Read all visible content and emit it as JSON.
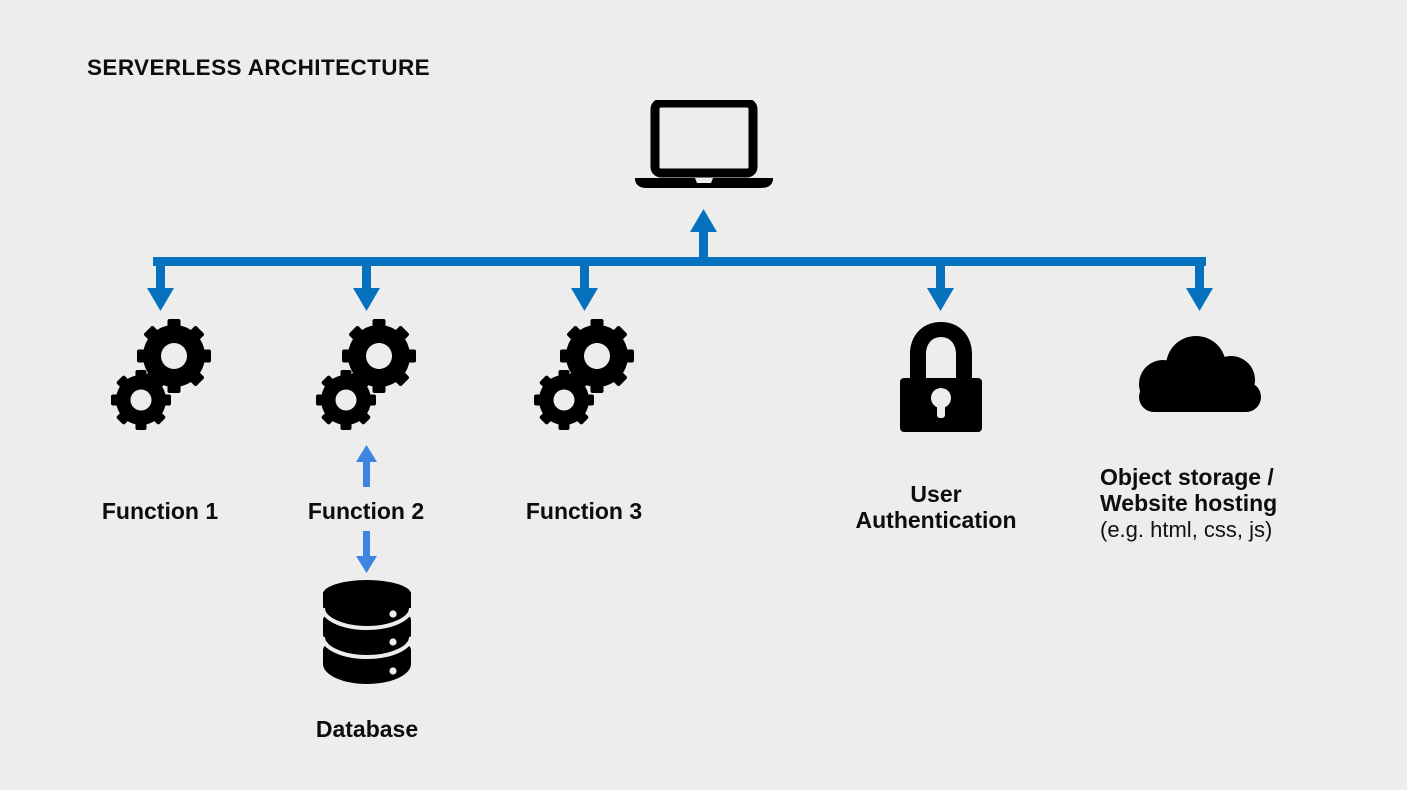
{
  "page": {
    "title": "SERVERLESS ARCHITECTURE",
    "background_color": "#ededed",
    "text_color": "#0d0d0d"
  },
  "colors": {
    "bus_blue": "#0671bd",
    "branch_blue": "#3d85e0",
    "icon_black": "#000000"
  },
  "client": {
    "icon": "laptop-icon",
    "label": ""
  },
  "nodes": [
    {
      "id": "function-1",
      "icon": "gears-icon",
      "label": "Function 1",
      "label_lines": [
        "Function 1"
      ],
      "align": "center"
    },
    {
      "id": "function-2",
      "icon": "gears-icon",
      "label": "Function 2",
      "label_lines": [
        "Function 2"
      ],
      "align": "center"
    },
    {
      "id": "function-3",
      "icon": "gears-icon",
      "label": "Function 3",
      "label_lines": [
        "Function 3"
      ],
      "align": "center"
    },
    {
      "id": "user-authentication",
      "icon": "lock-icon",
      "label": "User Authentication",
      "label_lines": [
        "User",
        "Authentication"
      ],
      "align": "center"
    },
    {
      "id": "object-storage",
      "icon": "cloud-icon",
      "label": "Object storage / Website hosting",
      "label_lines": [
        "Object storage /",
        "Website hosting"
      ],
      "note": "(e.g. html, css, js)",
      "align": "left"
    }
  ],
  "datastore": {
    "id": "database",
    "icon": "database-icon",
    "label": "Database",
    "label_lines": [
      "Database"
    ],
    "align": "center"
  },
  "connections": {
    "bus_to_client": "bidirectional-up-arrow",
    "function2_to_database": "bidirectional-pair"
  }
}
